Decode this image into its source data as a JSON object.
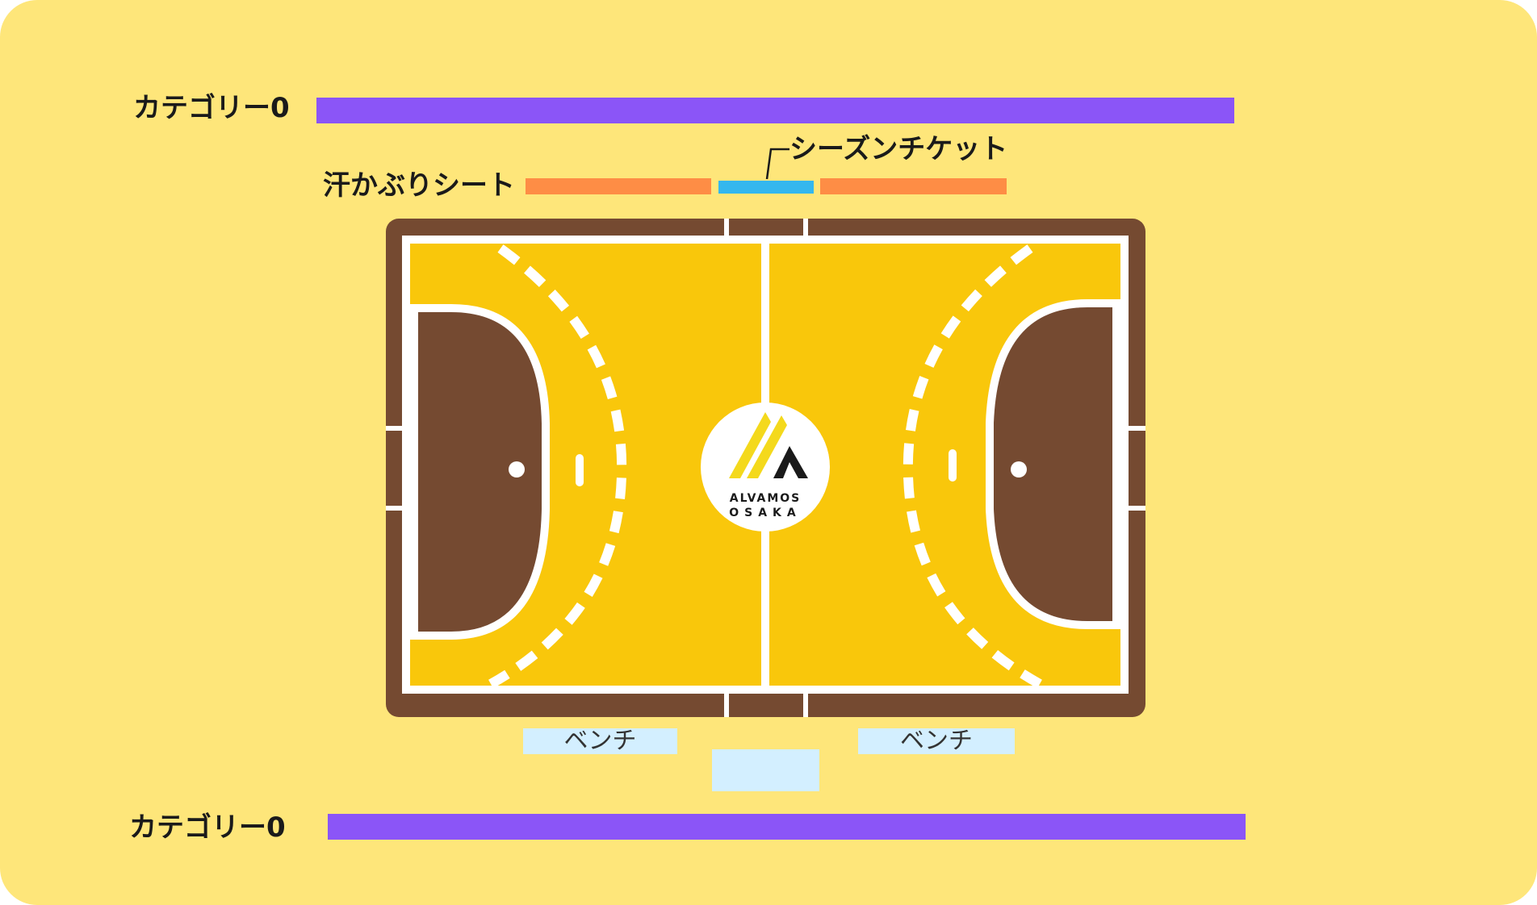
{
  "labels": {
    "category_top": "カテゴリー0",
    "category_bottom": "カテゴリー0",
    "sweat_seat": "汗かぶりシート",
    "season_ticket": "シーズンチケット",
    "bench_left": "ベンチ",
    "bench_right": "ベンチ"
  },
  "logo": {
    "line1": "ALVAMOS",
    "line2": "OSAKA"
  },
  "colors": {
    "background": "#fee67a",
    "category_bar": "#8b55f7",
    "sweat_seat_bar": "#fe8d45",
    "season_ticket_bar": "#34b7ee",
    "bench": "#d3efff",
    "court_floor": "#f9c70b",
    "court_border": "#754a31",
    "goal_area": "#754a31",
    "court_lines": "#ffffff",
    "logo_yellow": "#f4d91c",
    "logo_dark": "#1a1a1a"
  }
}
